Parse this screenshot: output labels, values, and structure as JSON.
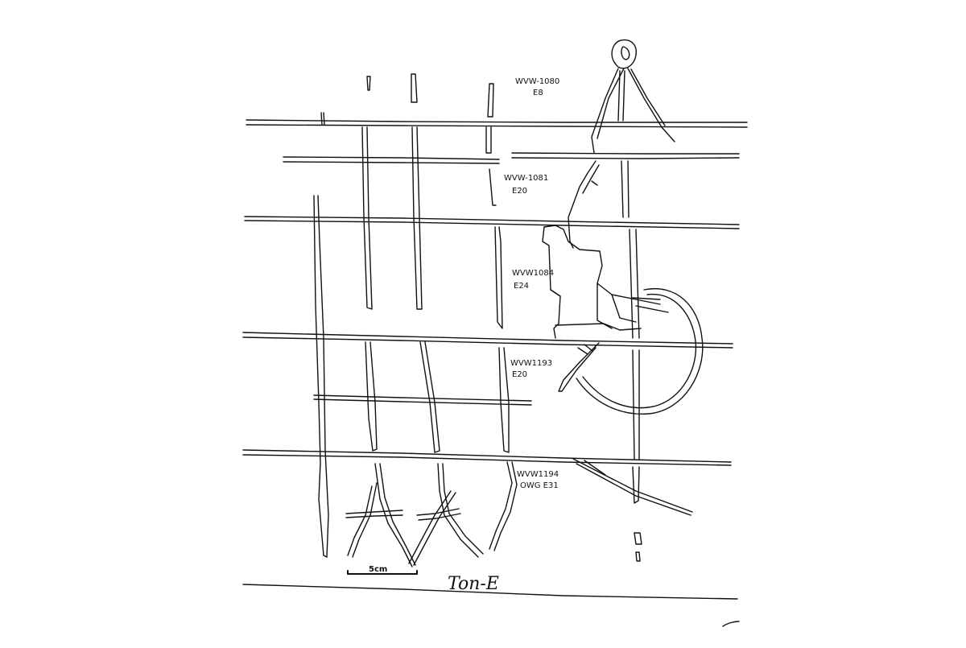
{
  "drawing": {
    "title": "Ton-E",
    "scale_label": "5cm",
    "labels": [
      {
        "id": "1080",
        "line1": "WVW-1080",
        "line2": "E8"
      },
      {
        "id": "1081",
        "line1": "WVW-1081",
        "line2": "E20"
      },
      {
        "id": "1084",
        "line1": "WVW1084",
        "line2": "E24"
      },
      {
        "id": "1193",
        "line1": "WVW1193",
        "line2": "E20"
      },
      {
        "id": "1194",
        "line1": "WVW1194",
        "line2": "OWG E31"
      }
    ],
    "line_color": "#111111",
    "background": "#ffffff"
  }
}
